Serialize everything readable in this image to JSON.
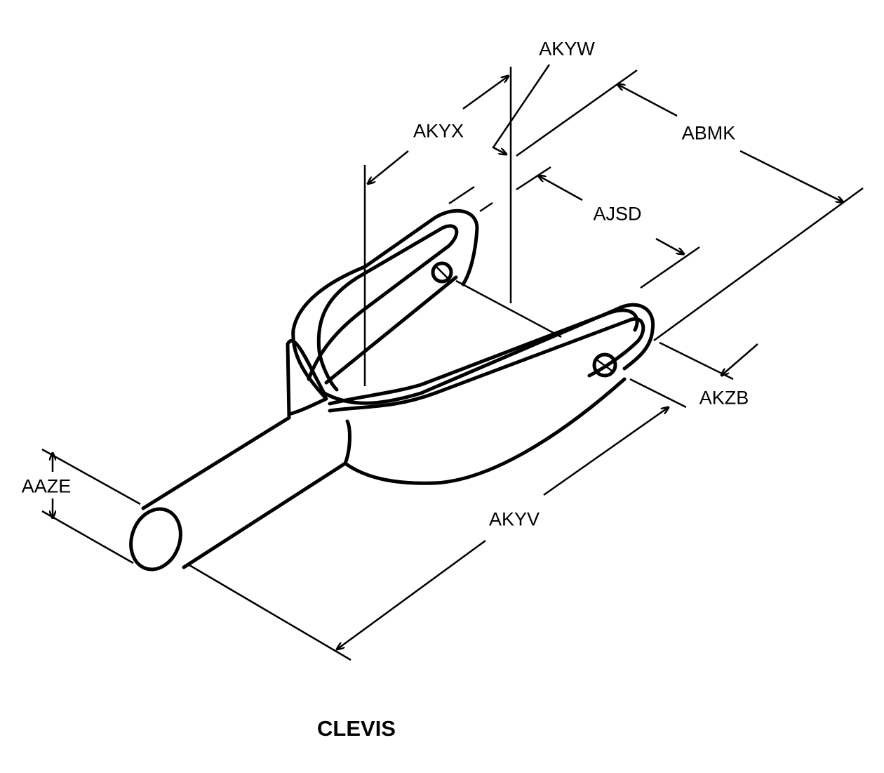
{
  "title": "CLEVIS",
  "dimensions": {
    "akyw": "AKYW",
    "akyx": "AKYX",
    "abmk": "ABMK",
    "ajsd": "AJSD",
    "akzb": "AKZB",
    "akyv": "AKYV",
    "aaze": "AAZE"
  },
  "colors": {
    "ink": "#000000",
    "background": "#ffffff"
  }
}
